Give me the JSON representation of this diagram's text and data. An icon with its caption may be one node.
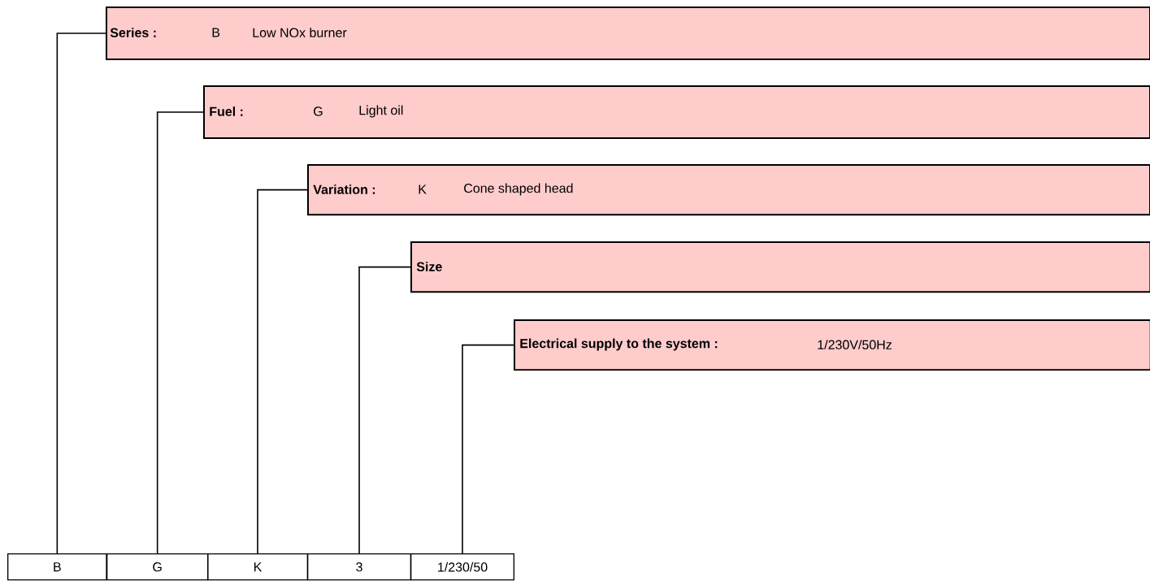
{
  "diagram": {
    "nodes": [
      {
        "text": [
          "Series :",
          "B",
          "Low NOx burner"
        ]
      },
      {
        "text": [
          "Fuel :",
          "G",
          "Light oil"
        ]
      },
      {
        "text": [
          "Variation :",
          "K",
          "Cone shaped head"
        ]
      },
      {
        "text": [
          "Size"
        ]
      },
      {
        "text": [
          "Electrical supply to the system :",
          "1/230V/50Hz"
        ]
      },
      {
        "text": [
          "B"
        ]
      },
      {
        "text": [
          "G"
        ]
      },
      {
        "text": [
          "K"
        ]
      },
      {
        "text": [
          "3"
        ]
      },
      {
        "text": [
          "1/230/50"
        ]
      }
    ],
    "edges": [
      {
        "from": 5,
        "to": 0,
        "arrow": "none"
      },
      {
        "from": 6,
        "to": 1,
        "arrow": "none"
      },
      {
        "from": 7,
        "to": 2,
        "arrow": "none"
      },
      {
        "from": 8,
        "to": 3,
        "arrow": "none"
      },
      {
        "from": 9,
        "to": 4,
        "arrow": "none"
      }
    ]
  }
}
